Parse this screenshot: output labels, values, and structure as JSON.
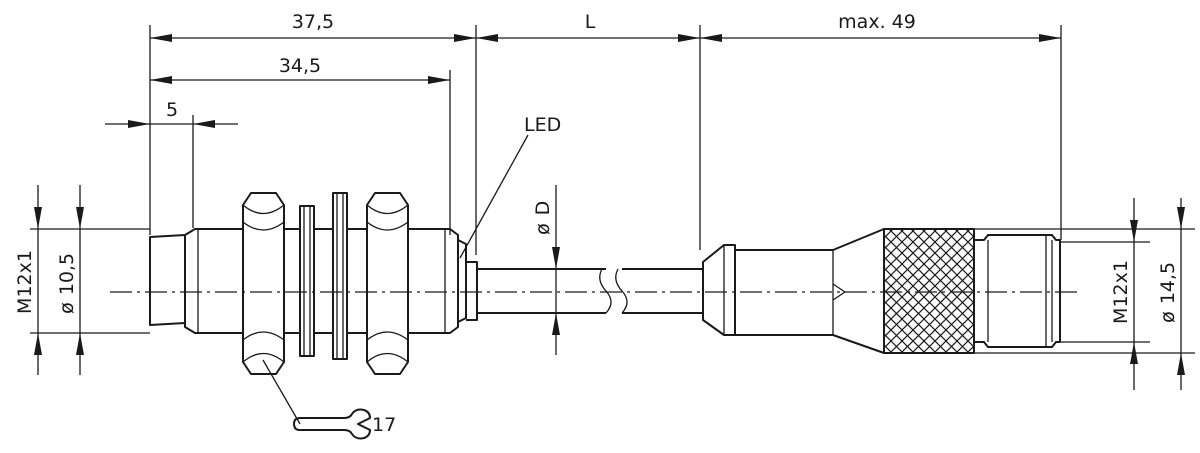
{
  "drawing": {
    "dim_37_5": "37,5",
    "dim_34_5": "34,5",
    "dim_5": "5",
    "dim_L": "L",
    "dim_max49": "max. 49",
    "label_led": "LED",
    "dia_D": "D",
    "dia_10_5": "10,5",
    "thread_left": "M12x1",
    "thread_right": "M12x1",
    "dia_14_5": "14,5",
    "wrench_size": "17",
    "diameter_symbol": "ø"
  }
}
